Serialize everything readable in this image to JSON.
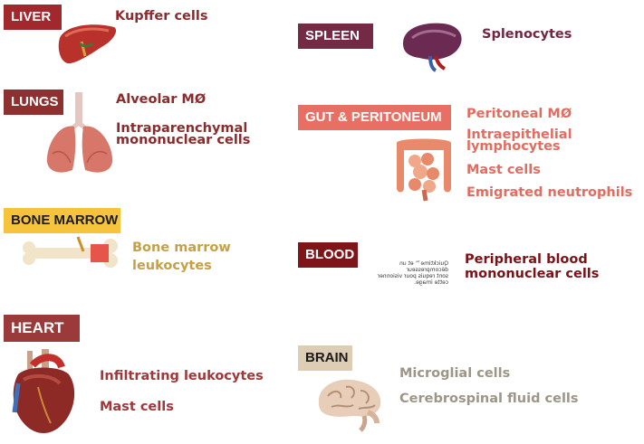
{
  "organs": {
    "liver": {
      "label": "LIVER",
      "cells": [
        "Kupffer cells"
      ],
      "label_color": "#a1282c",
      "text_color": "#8b2c2e"
    },
    "spleen": {
      "label": "SPLEEN",
      "cells": [
        "Splenocytes"
      ],
      "label_color": "#742a44",
      "text_color": "#6f2743"
    },
    "lungs": {
      "label": "LUNGS",
      "cells": [
        "Alveolar MØ",
        "Intraparenchymal",
        "mononuclear cells"
      ],
      "label_color": "#8e3030",
      "text_color": "#8a2b2d"
    },
    "gut": {
      "label": "GUT & PERITONEUM",
      "cells": [
        "Peritoneal MØ",
        "Intraepithelial",
        "lymphocytes",
        "Mast cells",
        "Emigrated neutrophils"
      ],
      "label_color": "#e86f63",
      "text_color": "#e26c60"
    },
    "bone_marrow": {
      "label": "BONE MARROW",
      "cells": [
        "Bone marrow",
        "leukocytes"
      ],
      "label_color": "#f5c43c",
      "text_color": "#c4a047"
    },
    "blood": {
      "label": "BLOOD",
      "cells": [
        "Peripheral blood",
        "mononuclear cells"
      ],
      "label_color": "#7e1519",
      "text_color": "#7a1216"
    },
    "heart": {
      "label": "HEART",
      "cells": [
        "Infiltrating leukocytes",
        "Mast cells"
      ],
      "label_color": "#9a3a3a",
      "text_color": "#a0383a"
    },
    "brain": {
      "label": "BRAIN",
      "cells": [
        "Microglial cells",
        "Cerebrospinal fluid cells"
      ],
      "label_color": "#dccdb4",
      "text_color": "#9d9586"
    }
  },
  "blood_image_text": "Quicktime™ et un décompresseur\nsont requis pour visionner\ncette image."
}
